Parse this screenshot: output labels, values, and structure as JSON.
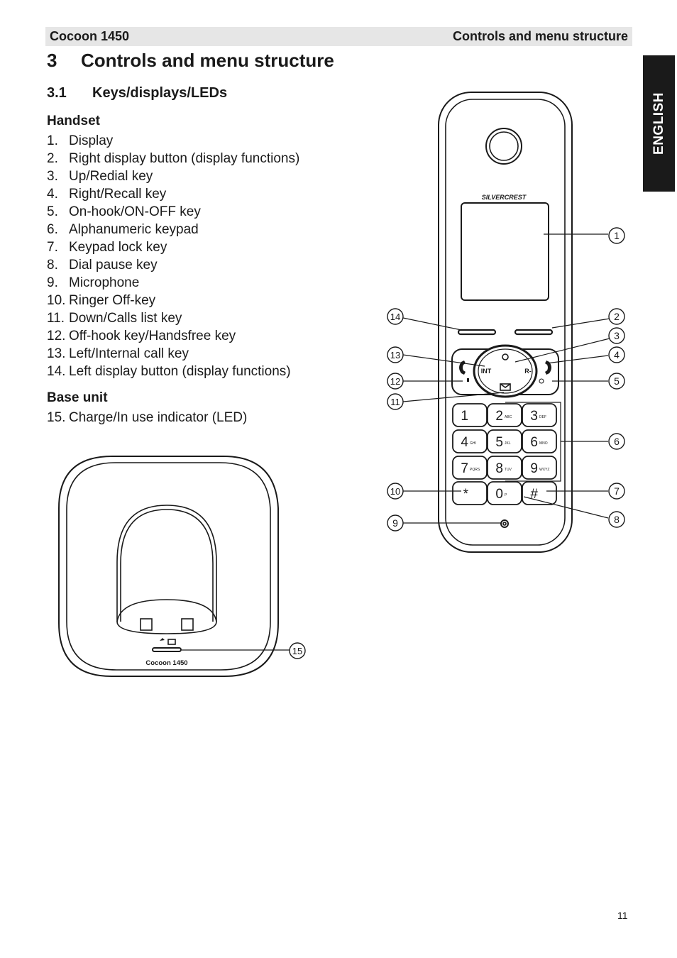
{
  "header": {
    "left": "Cocoon 1450",
    "right": "Controls and menu structure"
  },
  "language_tab": "ENGLISH",
  "chapter": {
    "number": "3",
    "title": "Controls and menu structure"
  },
  "section": {
    "number": "3.1",
    "title": "Keys/displays/LEDs"
  },
  "handset": {
    "heading": "Handset",
    "items": [
      {
        "n": "1.",
        "text": "Display"
      },
      {
        "n": "2.",
        "text": "Right display button (display functions)"
      },
      {
        "n": "3.",
        "text": "Up/Redial key"
      },
      {
        "n": "4.",
        "text": "Right/Recall key"
      },
      {
        "n": "5.",
        "text": "On-hook/ON-OFF key"
      },
      {
        "n": "6.",
        "text": "Alphanumeric keypad"
      },
      {
        "n": "7.",
        "text": "Keypad lock key"
      },
      {
        "n": "8.",
        "text": "Dial pause key"
      },
      {
        "n": "9.",
        "text": "Microphone"
      },
      {
        "n": "10.",
        "text": "Ringer Off-key"
      },
      {
        "n": "11.",
        "text": "Down/Calls list key"
      },
      {
        "n": "12.",
        "text": "Off-hook key/Handsfree key"
      },
      {
        "n": "13.",
        "text": "Left/Internal call key"
      },
      {
        "n": "14.",
        "text": "Left display button (display functions)"
      }
    ]
  },
  "base": {
    "heading": "Base unit",
    "items": [
      {
        "n": "15.",
        "text": "Charge/In use indicator (LED)"
      }
    ],
    "model_label": "Cocoon 1450"
  },
  "phone_labels": {
    "brand": "SILVERCREST",
    "int_label": "INT",
    "r_label": "R-",
    "keys": [
      {
        "digit": "1",
        "letters": ""
      },
      {
        "digit": "2",
        "letters": "ABC"
      },
      {
        "digit": "3",
        "letters": "DEF"
      },
      {
        "digit": "4",
        "letters": "GHI"
      },
      {
        "digit": "5",
        "letters": "JKL"
      },
      {
        "digit": "6",
        "letters": "MNO"
      },
      {
        "digit": "7",
        "letters": "PQRS"
      },
      {
        "digit": "8",
        "letters": "TUV"
      },
      {
        "digit": "9",
        "letters": "WXYZ"
      },
      {
        "digit": "*",
        "letters": ""
      },
      {
        "digit": "0",
        "letters": "P"
      },
      {
        "digit": "#",
        "letters": ""
      }
    ]
  },
  "callouts": [
    "1",
    "2",
    "3",
    "4",
    "5",
    "6",
    "7",
    "8",
    "9",
    "10",
    "11",
    "12",
    "13",
    "14",
    "15"
  ],
  "page_number": "11",
  "colors": {
    "ink": "#1a1a1a",
    "header_bg": "#e6e6e6",
    "tab_bg": "#1a1a1a"
  }
}
